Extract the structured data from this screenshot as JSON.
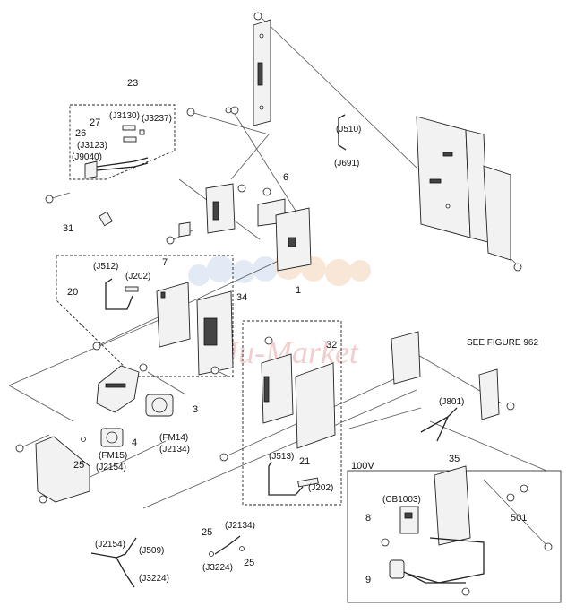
{
  "labels": {
    "c23": "23",
    "j3130": "(J3130)",
    "j3237": "(J3237)",
    "c27": "27",
    "c26": "26",
    "j3123": "(J3123)",
    "j9040": "(J9040)",
    "c31": "31",
    "j510": "(J510)",
    "j691": "(J691)",
    "c6": "6",
    "j512": "(J512)",
    "j202a": "(J202)",
    "c7": "7",
    "c20": "20",
    "c34": "34",
    "c1": "1",
    "c32": "32",
    "see_figure": "SEE FIGURE 962",
    "c3": "3",
    "fm14": "(FM14)",
    "j2134a": "(J2134)",
    "c4": "4",
    "fm15": "(FM15)",
    "c25a": "25",
    "j2154a": "(J2154)",
    "j801": "(J801)",
    "c35": "35",
    "j513": "(J513)",
    "c21": "21",
    "j202b": "(J202)",
    "v100": "100V",
    "cb1003": "(CB1003)",
    "c8": "8",
    "c501": "501",
    "c9": "9",
    "j2134b": "(J2134)",
    "c25b": "25",
    "j3224a": "(J3224)",
    "c25c": "25",
    "j2154b": "(J2154)",
    "j509": "(J509)",
    "j3224b": "(J3224)"
  },
  "watermark_colors": [
    "#c9d9ee",
    "#f3d2b8",
    "#e8a5a5"
  ]
}
